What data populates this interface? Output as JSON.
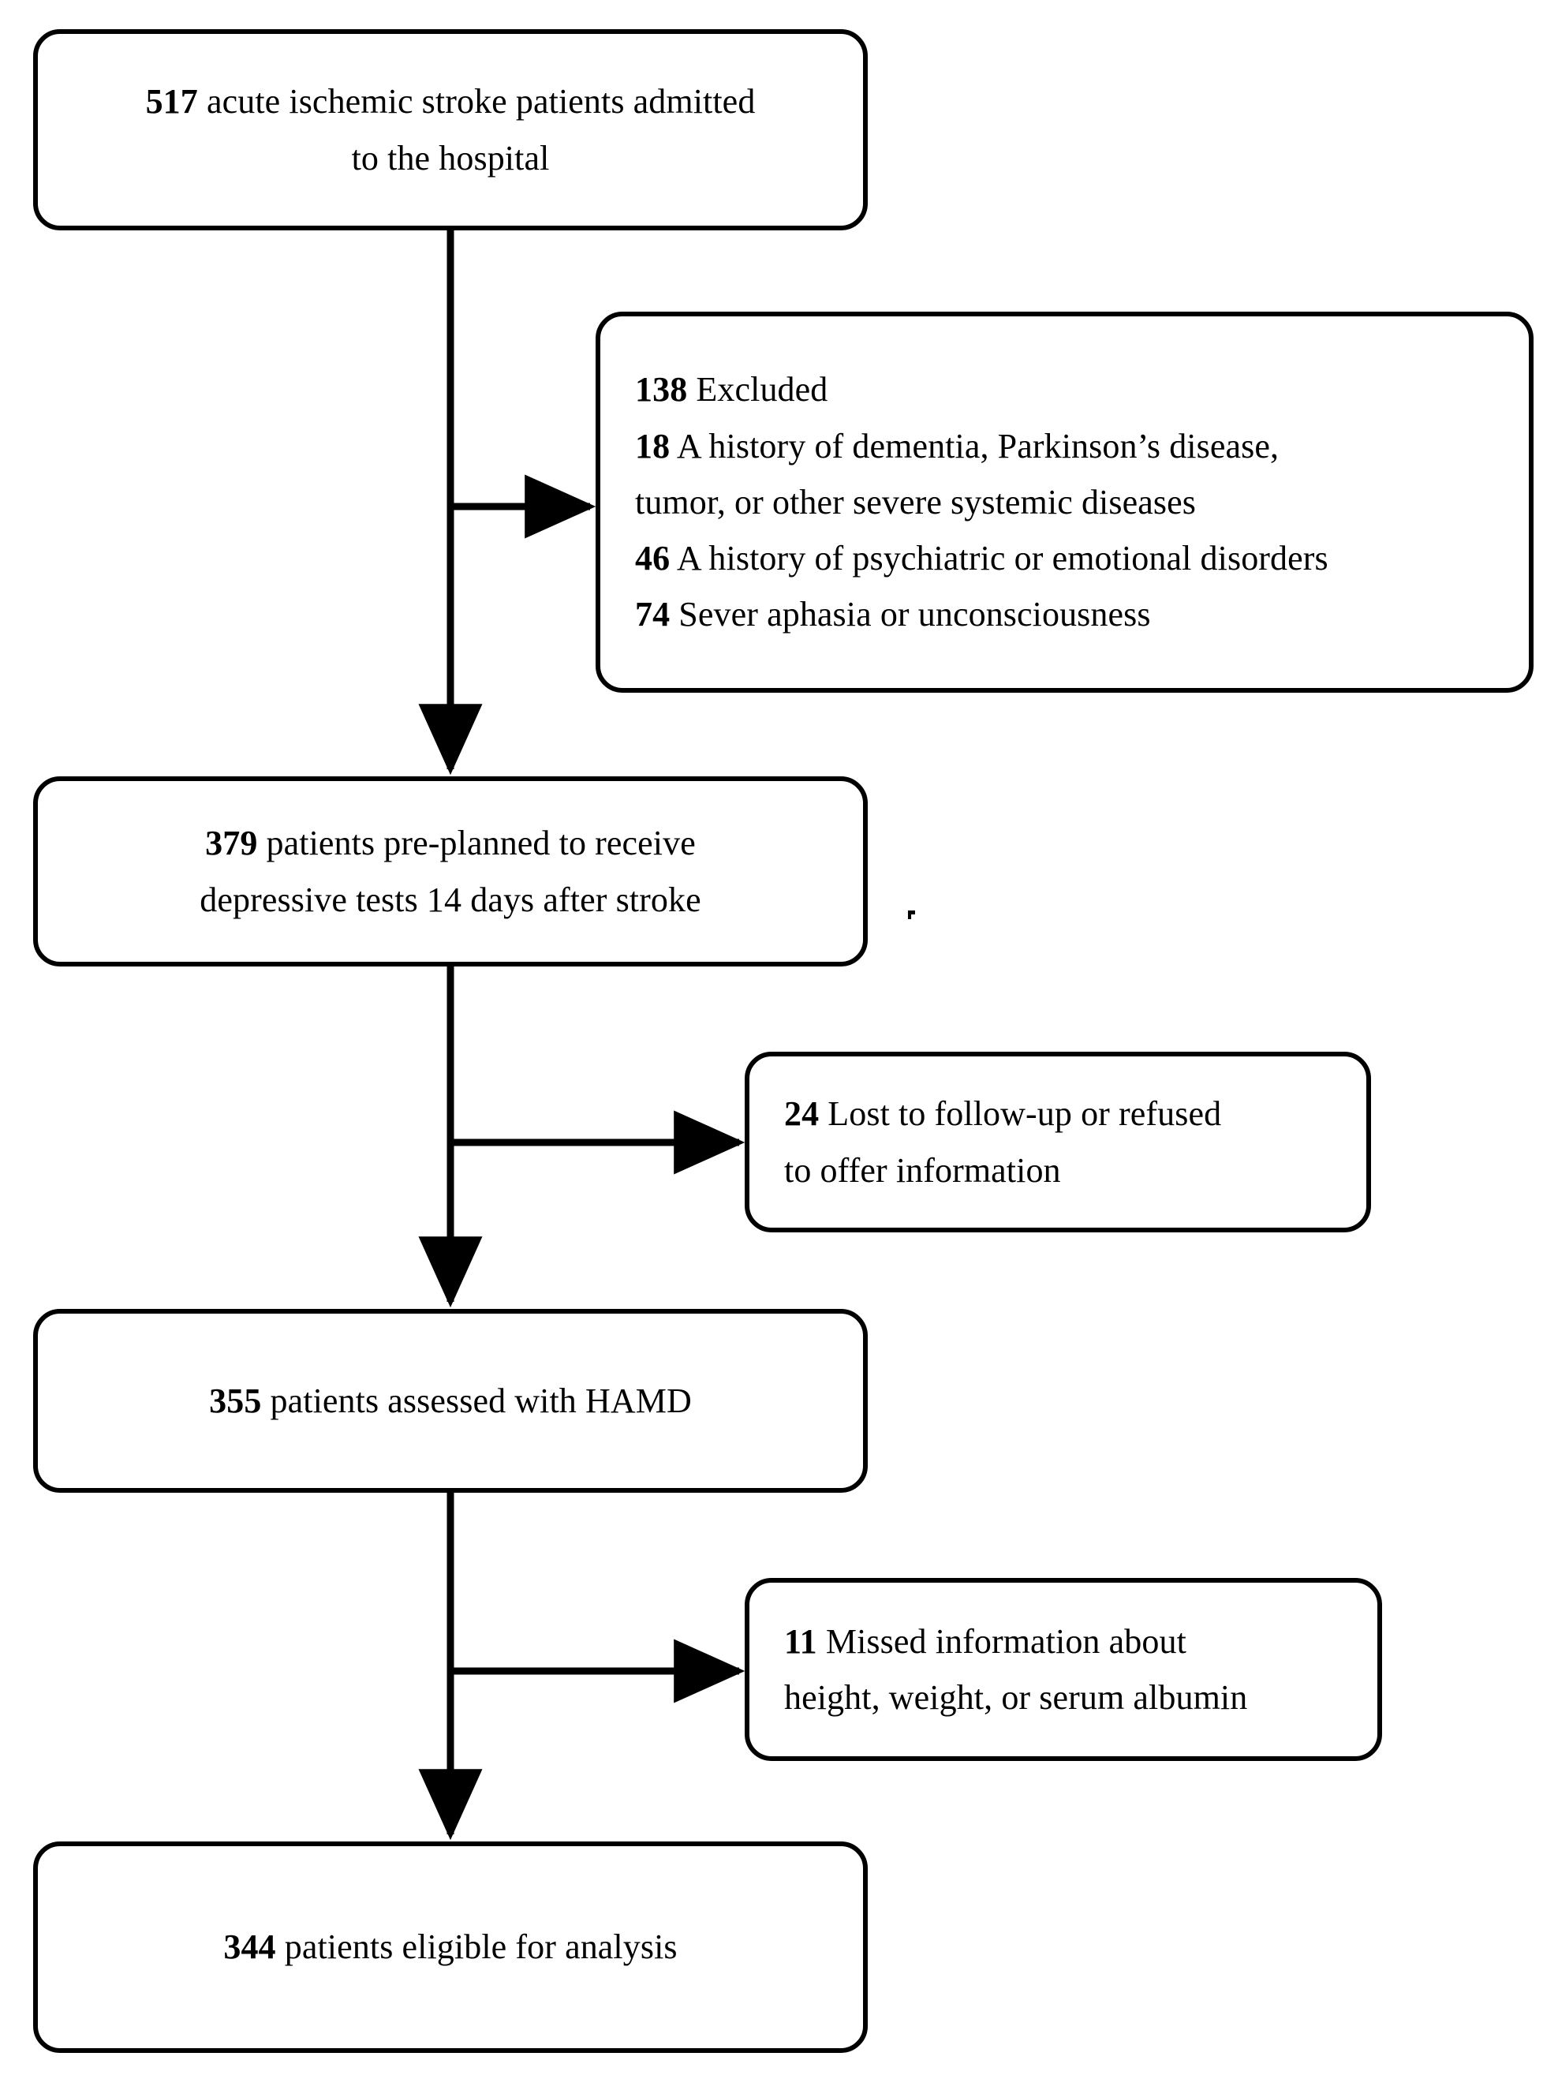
{
  "diagram": {
    "title": "Patient enrollment flow diagram",
    "type": "flowchart",
    "stroke_color": "#000000",
    "fill_color": "#ffffff"
  },
  "nodes": {
    "enrolled": {
      "name": "enrolled-box",
      "lines": [
        {
          "num": "517",
          "text": " acute ischemic stroke patients admitted"
        },
        {
          "num": "",
          "text": "to the hospital"
        }
      ]
    },
    "excluded": {
      "name": "excluded-box",
      "lines": [
        {
          "num": "138",
          "text": " Excluded"
        },
        {
          "num": "18",
          "text": " A history of dementia, Parkinson’s disease,"
        },
        {
          "num": "",
          "text": "tumor, or other severe systemic diseases"
        },
        {
          "num": "46",
          "text": " A history of psychiatric or emotional disorders"
        },
        {
          "num": "74",
          "text": " Sever aphasia or unconsciousness"
        }
      ]
    },
    "preplanned": {
      "name": "preplanned-box",
      "lines": [
        {
          "num": "379",
          "text": " patients pre-planned to receive"
        },
        {
          "num": "",
          "text": "depressive tests 14 days after stroke"
        }
      ]
    },
    "lost": {
      "name": "lost-to-followup-box",
      "lines": [
        {
          "num": "24",
          "text": " Lost to follow-up or refused"
        },
        {
          "num": "",
          "text": "to offer information"
        }
      ]
    },
    "assessed": {
      "name": "assessed-box",
      "lines": [
        {
          "num": "355",
          "text": " patients assessed with HAMD"
        }
      ]
    },
    "missed": {
      "name": "missed-information-box",
      "lines": [
        {
          "num": "11",
          "text": " Missed information about"
        },
        {
          "num": "",
          "text": "height, weight, or serum albumin"
        }
      ]
    },
    "eligible": {
      "name": "eligible-box",
      "lines": [
        {
          "num": "344",
          "text": " patients eligible for analysis"
        }
      ]
    }
  },
  "chart_data": {
    "type": "flowchart",
    "title": "Patient enrollment flow diagram",
    "stages": [
      {
        "label": "acute ischemic stroke patients admitted to the hospital",
        "count": 517
      },
      {
        "label": "patients pre-planned to receive depressive tests 14 days after stroke",
        "count": 379
      },
      {
        "label": "patients assessed with HAMD",
        "count": 355
      },
      {
        "label": "patients eligible for analysis",
        "count": 344
      }
    ],
    "exclusions": [
      {
        "after_stage": 0,
        "total": 138,
        "label": "Excluded",
        "reasons": [
          {
            "count": 18,
            "label": "A history of dementia, Parkinson’s disease, tumor, or other severe systemic diseases"
          },
          {
            "count": 46,
            "label": "A history of psychiatric or emotional disorders"
          },
          {
            "count": 74,
            "label": "Sever aphasia or unconsciousness"
          }
        ]
      },
      {
        "after_stage": 1,
        "total": 24,
        "label": "Lost to follow-up or refused to offer information",
        "reasons": []
      },
      {
        "after_stage": 2,
        "total": 11,
        "label": "Missed information about height, weight, or serum albumin",
        "reasons": []
      }
    ]
  }
}
